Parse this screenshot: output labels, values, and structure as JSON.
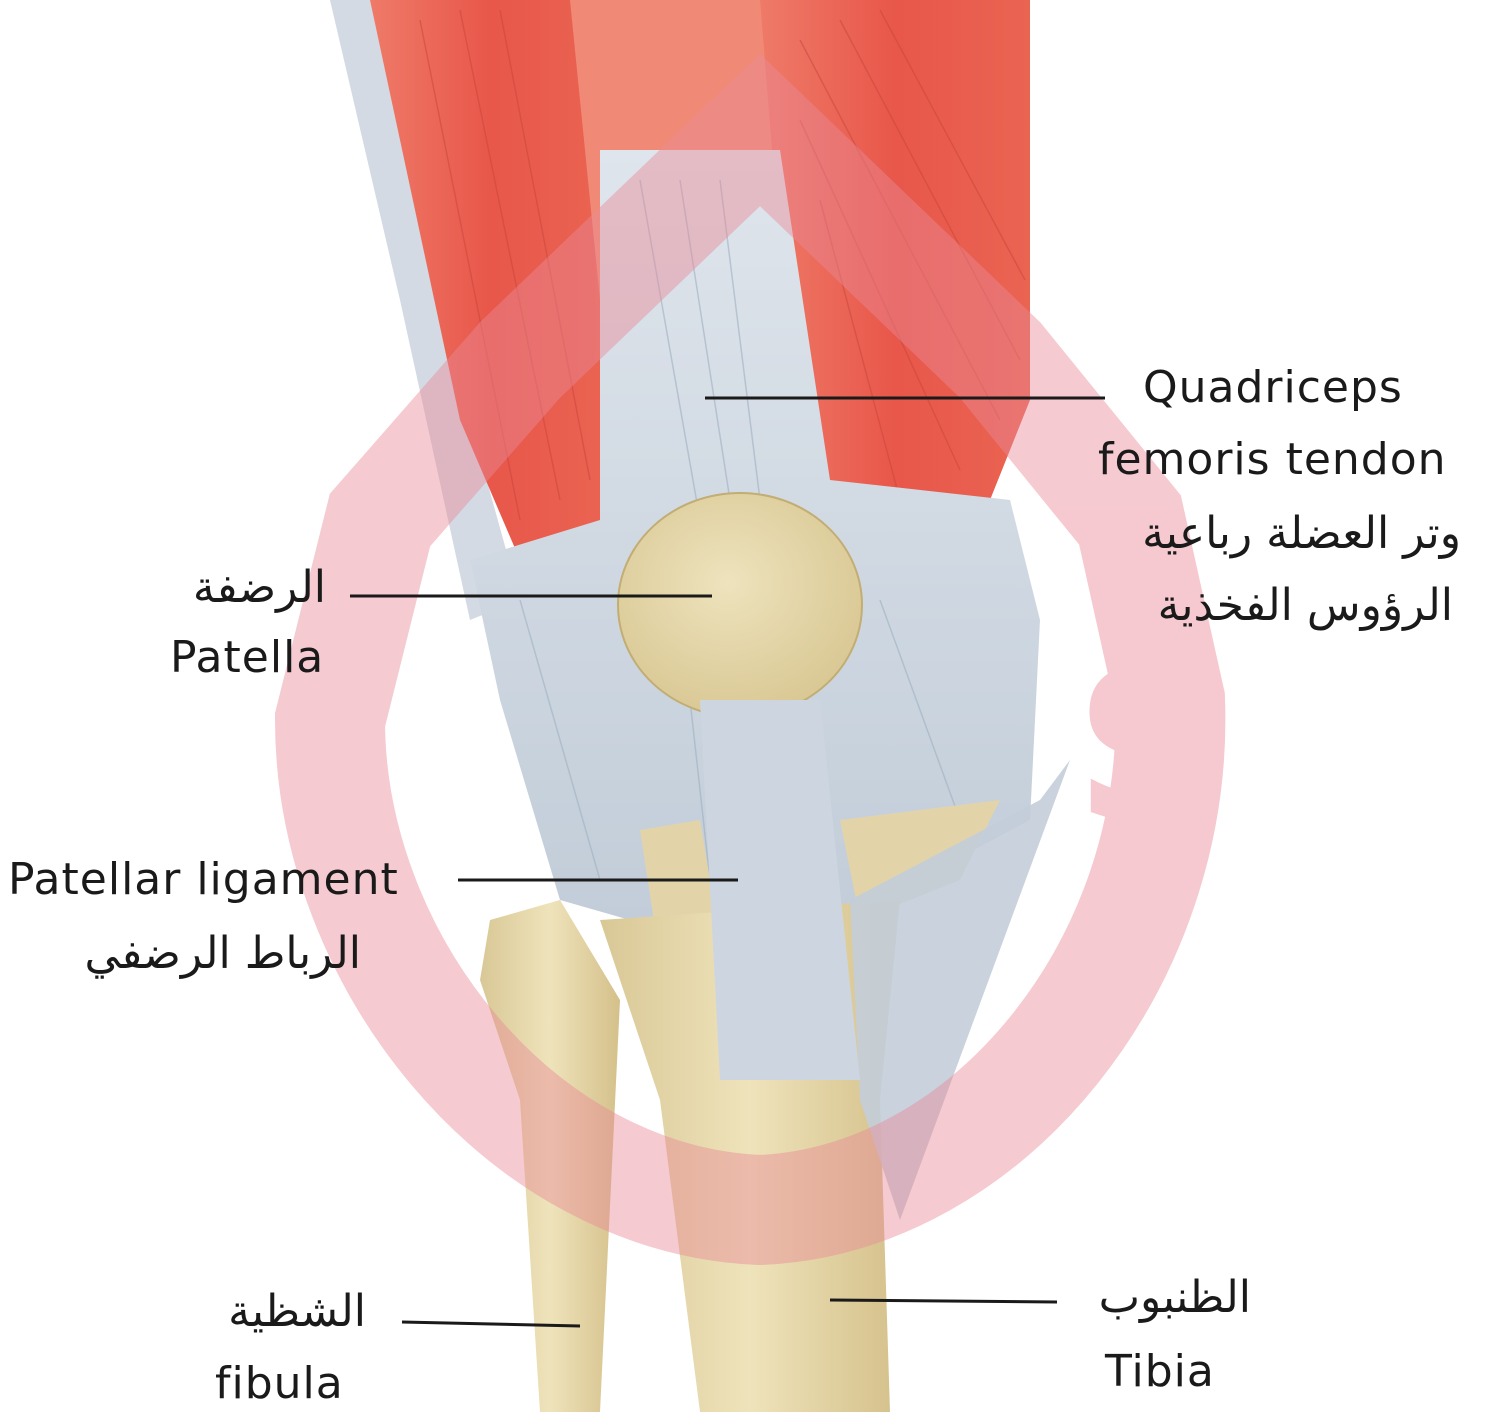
{
  "labels": {
    "quadriceps": {
      "en_line1": "Quadriceps",
      "en_line2": "femoris tendon",
      "ar_line1": "وتر العضلة رباعية",
      "ar_line2": "الرؤوس الفخذية"
    },
    "patella": {
      "ar": "الرضفة",
      "en": "Patella"
    },
    "patellar_ligament": {
      "en": "Patellar ligament",
      "ar": "الرباط الرضفي"
    },
    "fibula": {
      "ar": "الشظية",
      "en": "fibula"
    },
    "tibia": {
      "ar": "الظنبوب",
      "en": "Tibia"
    }
  },
  "colors": {
    "muscle": "#e8574a",
    "muscle_light": "#f3a08f",
    "tendon": "#c9d3de",
    "bone": "#e2d4a8",
    "watermark": "#f2c0c6",
    "leader_line": "#1a1a1a"
  }
}
